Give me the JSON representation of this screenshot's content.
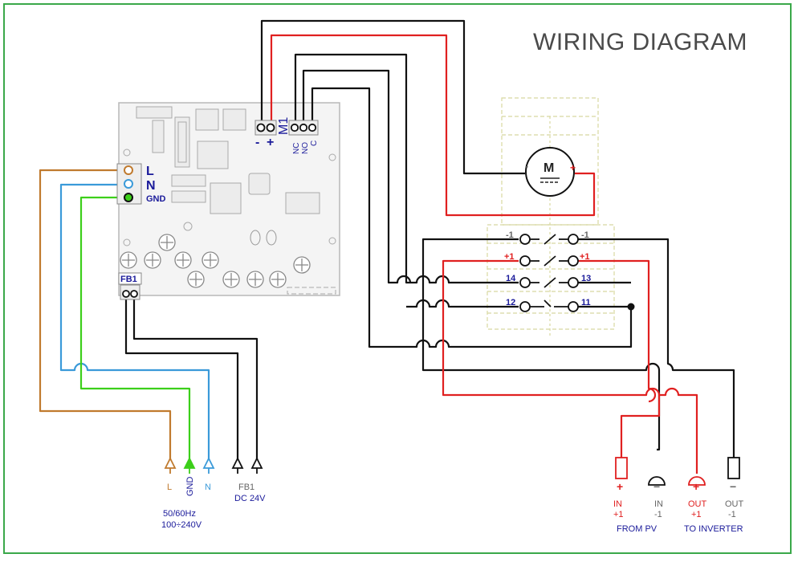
{
  "title": "WIRING DIAGRAM",
  "colors": {
    "frame": "#3aa84a",
    "brown": "#c07a2e",
    "blue": "#3a9ad9",
    "green": "#3ccf1a",
    "black": "#111111",
    "red": "#e02020",
    "navy": "#1a1a9a",
    "dashed": "#d8d8a0"
  },
  "board": {
    "mains_terminals": [
      "L",
      "N",
      "GND"
    ],
    "motor_terminal": {
      "label": "M1",
      "minus": "-",
      "plus": "+"
    },
    "relay_terminals": [
      "NC",
      "NO",
      "C"
    ],
    "feedback_terminal": "FB1"
  },
  "motor": {
    "label": "M",
    "minus": "-",
    "plus": "+"
  },
  "switch_contacts": [
    {
      "left": "-1",
      "right": "-1",
      "color": "gray"
    },
    {
      "left": "+1",
      "right": "+1",
      "color": "red"
    },
    {
      "left": "14",
      "right": "13",
      "color": "navy"
    },
    {
      "left": "12",
      "right": "11",
      "color": "navy"
    }
  ],
  "power_inputs": {
    "terminals": [
      "L",
      "GND",
      "N"
    ],
    "spec_line1": "50/60Hz",
    "spec_line2": "100÷240V"
  },
  "feedback": {
    "label": "FB1",
    "spec": "DC 24V"
  },
  "pv_terminals": [
    {
      "name": "IN",
      "polarity": "+1",
      "symbol": "+",
      "color": "red"
    },
    {
      "name": "IN",
      "polarity": "-1",
      "symbol": "−",
      "color": "gray"
    },
    {
      "name": "OUT",
      "polarity": "+1",
      "symbol": "+",
      "color": "red"
    },
    {
      "name": "OUT",
      "polarity": "-1",
      "symbol": "−",
      "color": "gray"
    }
  ],
  "groups": {
    "left": "FROM PV",
    "right": "TO INVERTER"
  }
}
